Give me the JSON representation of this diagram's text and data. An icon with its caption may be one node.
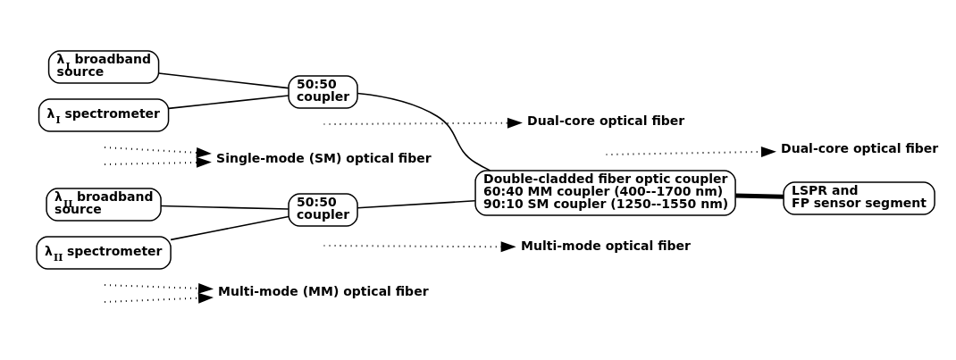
{
  "diagram": {
    "nodes": [
      {
        "text": [
          "λ$_{I}$ broadband source"
        ]
      },
      {
        "text": [
          "λ$_{I}$ spectrometer"
        ]
      },
      {
        "text": [
          "50:50 coupler"
        ]
      },
      {
        "text": [
          "λ$_{II}$ broadband source"
        ]
      },
      {
        "text": [
          "λ$_{II}$ spectrometer"
        ]
      },
      {
        "text": [
          "50:50 coupler"
        ]
      },
      {
        "text": [
          "Double-cladded fiber optic coupler",
          "60:40 MM coupler (400--1700 nm)",
          "90:10 SM coupler (1250--1550 nm)"
        ]
      },
      {
        "text": [
          "LSPR and FP sensor segment"
        ]
      },
      {
        "text": [
          "Single-mode (SM) optical fiber"
        ]
      },
      {
        "text": [
          "Dual-core optical fiber"
        ]
      },
      {
        "text": [
          "Multi-mode optical fiber"
        ]
      },
      {
        "text": [
          "Multi-mode (MM) optical fiber"
        ]
      },
      {
        "text": [
          "Dual-core optical fiber"
        ]
      }
    ],
    "edges": [
      {
        "from": 0,
        "to": 2,
        "arrow": "none"
      },
      {
        "from": 1,
        "to": 2,
        "arrow": "none"
      },
      {
        "from": 3,
        "to": 5,
        "arrow": "none"
      },
      {
        "from": 4,
        "to": 5,
        "arrow": "none"
      },
      {
        "from": 2,
        "to": 6,
        "arrow": "none"
      },
      {
        "from": 5,
        "to": 6,
        "arrow": "none"
      },
      {
        "from": 6,
        "to": 7,
        "arrow": "none",
        "style": "thick"
      },
      {
        "from": null,
        "to": 8,
        "arrow": "to",
        "style": "dashed"
      },
      {
        "from": null,
        "to": 8,
        "arrow": "to",
        "style": "dashed"
      },
      {
        "from": null,
        "to": 9,
        "arrow": "to",
        "style": "dashed"
      },
      {
        "from": null,
        "to": 10,
        "arrow": "to",
        "style": "dashed"
      },
      {
        "from": null,
        "to": 11,
        "arrow": "to",
        "style": "dashed"
      },
      {
        "from": null,
        "to": 11,
        "arrow": "to",
        "style": "dashed"
      },
      {
        "from": null,
        "to": 12,
        "arrow": "to",
        "style": "dashed"
      }
    ]
  }
}
